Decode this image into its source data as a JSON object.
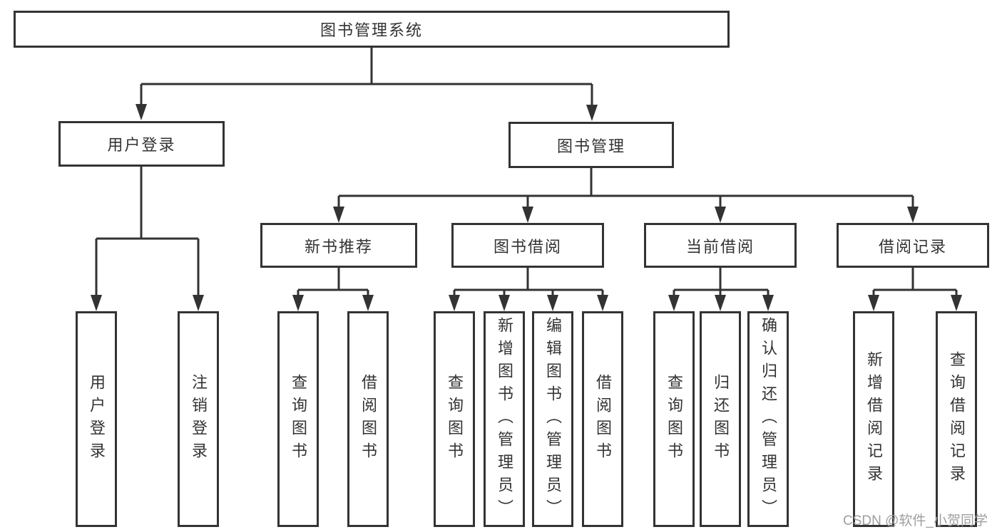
{
  "tree": {
    "label": "图书管理系统",
    "children": [
      {
        "label": "用户登录",
        "children": [
          {
            "label": "用户登录"
          },
          {
            "label": "注销登录"
          }
        ]
      },
      {
        "label": "图书管理",
        "children": [
          {
            "label": "新书推荐",
            "children": [
              {
                "label": "查询图书"
              },
              {
                "label": "借阅图书"
              }
            ]
          },
          {
            "label": "图书借阅",
            "children": [
              {
                "label": "查询图书"
              },
              {
                "label": "新增图书（管理员）"
              },
              {
                "label": "编辑图书（管理员）"
              },
              {
                "label": "借阅图书"
              }
            ]
          },
          {
            "label": "当前借阅",
            "children": [
              {
                "label": "查询图书"
              },
              {
                "label": "归还图书"
              },
              {
                "label": "确认归还（管理员）"
              }
            ]
          },
          {
            "label": "借阅记录",
            "children": [
              {
                "label": "新增借阅记录"
              },
              {
                "label": "查询借阅记录"
              }
            ]
          }
        ]
      }
    ]
  },
  "watermark": {
    "text": "CSDN @软件_小贺同学"
  },
  "colors": {
    "line": "#333333",
    "box_border": "#333333",
    "text": "#333333",
    "background": "#ffffff",
    "watermark": "#9e9e9e"
  }
}
